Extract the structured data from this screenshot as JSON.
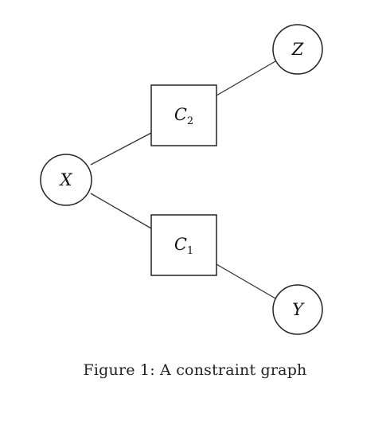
{
  "figure": {
    "caption": "Figure 1: A constraint graph"
  },
  "nodes": {
    "z": {
      "label": "Z"
    },
    "c2": {
      "label": "C",
      "sub": "2"
    },
    "x": {
      "label": "X"
    },
    "c1": {
      "label": "C",
      "sub": "1"
    },
    "y": {
      "label": "Y"
    }
  }
}
